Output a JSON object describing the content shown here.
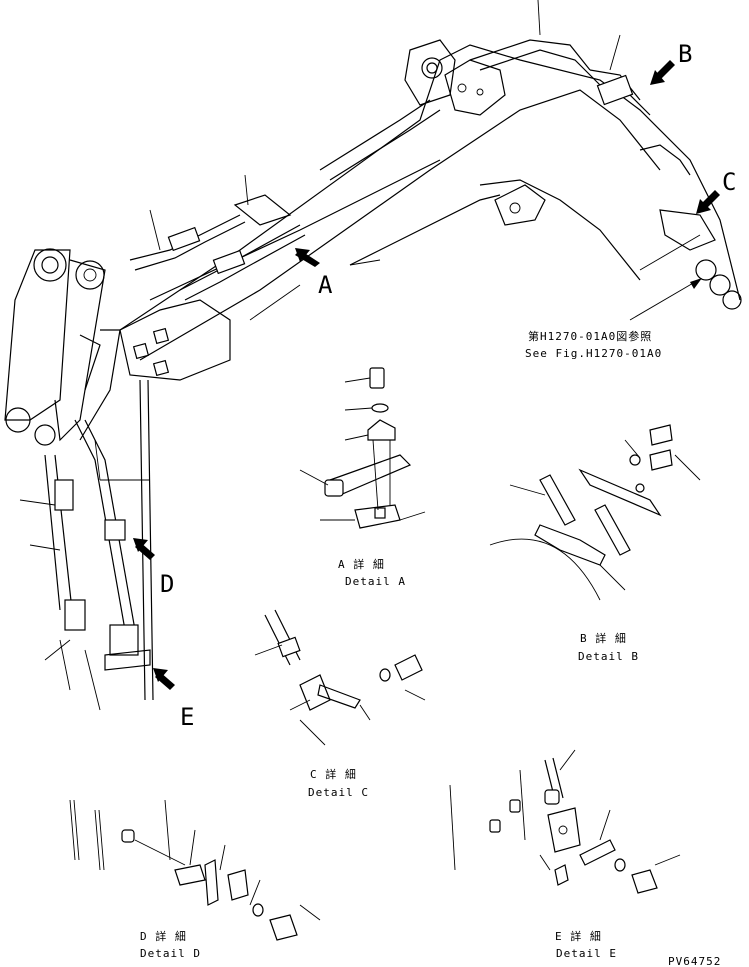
{
  "view_labels": {
    "A": "A",
    "B": "B",
    "C": "C",
    "D": "D",
    "E": "E"
  },
  "reference": {
    "jp": "第H1270-01A0図参照",
    "en": "See Fig.H1270-01A0"
  },
  "details": {
    "A": {
      "jp": "A 詳 細",
      "en": "Detail A"
    },
    "B": {
      "jp": "B 詳 細",
      "en": "Detail B"
    },
    "C": {
      "jp": "C 詳 細",
      "en": "Detail C"
    },
    "D": {
      "jp": "D 詳 細",
      "en": "Detail D"
    },
    "E": {
      "jp": "E 詳 細",
      "en": "Detail E"
    }
  },
  "drawing_number": "PV64752"
}
